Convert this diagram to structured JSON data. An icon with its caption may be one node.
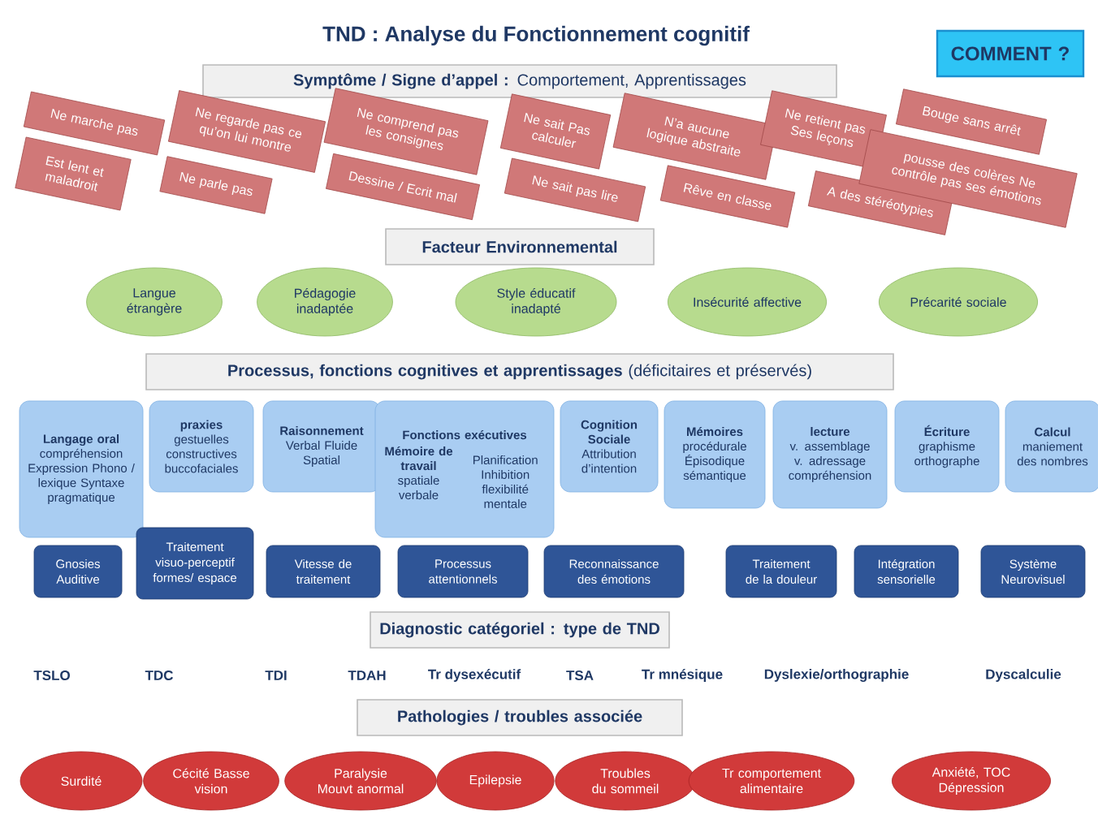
{
  "diagram": {
    "title": "TND : Analyse du Fonctionnement cognitif",
    "nodes": [
      {
        "text": [
          "COMMENT ?"
        ]
      },
      {
        "text": [
          "**Symptôme / Signe d’appel :** Comportement, Apprentissages"
        ]
      },
      {
        "text": [
          "Ne marche pas"
        ]
      },
      {
        "text": [
          "Est lent et maladroit"
        ]
      },
      {
        "text": [
          "Ne regarde pas ce qu’on lui montre"
        ]
      },
      {
        "text": [
          "Ne parle pas"
        ]
      },
      {
        "text": [
          "Ne comprend pas les consignes"
        ]
      },
      {
        "text": [
          "Dessine / Ecrit mal"
        ]
      },
      {
        "text": [
          "Ne sait Pas calculer"
        ]
      },
      {
        "text": [
          "Ne sait pas lire"
        ]
      },
      {
        "text": [
          "N’a aucune logique abstraite"
        ]
      },
      {
        "text": [
          "Rêve en classe"
        ]
      },
      {
        "text": [
          "Ne retient pas Ses leçons"
        ]
      },
      {
        "text": [
          "A des stéréotypies"
        ]
      },
      {
        "text": [
          "Bouge sans arrêt"
        ]
      },
      {
        "text": [
          "pousse des colères Ne contrôle pas ses émotions"
        ]
      },
      {
        "text": [
          "Facteur Environnemental"
        ]
      },
      {
        "text": [
          "Langue étrangère"
        ]
      },
      {
        "text": [
          "Pédagogie inadaptée"
        ]
      },
      {
        "text": [
          "Style éducatif inadapté"
        ]
      },
      {
        "text": [
          "Insécurité affective"
        ]
      },
      {
        "text": [
          "Précarité sociale"
        ]
      },
      {
        "text": [
          "**Processus, fonctions cognitives et apprentissages** (déficitaires et préservés)"
        ]
      },
      {
        "text": [
          "Langage oral",
          "compréhension Expression Phono / lexique Syntaxe pragmatique"
        ]
      },
      {
        "text": [
          "praxies",
          "gestuelles constructives buccofaciales"
        ]
      },
      {
        "text": [
          "Raisonnement",
          "Verbal Fluide Spatial"
        ]
      },
      {
        "text": [
          "Fonctions exécutives",
          "Mémoire de travail",
          "spatiale verbale",
          "Planification Inhibition flexibilité mentale"
        ]
      },
      {
        "text": [
          "Cognition Sociale",
          "Attribution d’intention"
        ]
      },
      {
        "text": [
          "Mémoires",
          "procédurale Épisodique sémantique"
        ]
      },
      {
        "text": [
          "lecture",
          "v. assemblage v. adressage compréhension"
        ]
      },
      {
        "text": [
          "Écriture",
          "graphisme orthographe"
        ]
      },
      {
        "text": [
          "Calcul",
          "maniement des nombres"
        ]
      },
      {
        "text": [
          "Gnosies Auditive"
        ]
      },
      {
        "text": [
          "Traitement visuo-perceptif formes/ espace"
        ]
      },
      {
        "text": [
          "Vitesse de traitement"
        ]
      },
      {
        "text": [
          "Processus attentionnels"
        ]
      },
      {
        "text": [
          "Reconnaissance des émotions"
        ]
      },
      {
        "text": [
          "Traitement de la douleur"
        ]
      },
      {
        "text": [
          "Intégration sensorielle"
        ]
      },
      {
        "text": [
          "Système Neurovisuel"
        ]
      },
      {
        "text": [
          "Diagnostic catégoriel : type de TND"
        ]
      },
      {
        "text": [
          "Pathologies / troubles associée"
        ]
      },
      {
        "text": [
          "Surdité"
        ]
      },
      {
        "text": [
          "Cécité Basse vision"
        ]
      },
      {
        "text": [
          "Paralysie Mouvt anormal"
        ]
      },
      {
        "text": [
          "Epilepsie"
        ]
      },
      {
        "text": [
          "Troubles du sommeil"
        ]
      },
      {
        "text": [
          "Tr comportement alimentaire"
        ]
      },
      {
        "text": [
          "Anxiété, TOC Dépression"
        ]
      }
    ],
    "labels": [
      "TSLO",
      "TDC",
      "TDI",
      "TDAH",
      "Tr dysexécutif",
      "TSA",
      "Tr mnésique",
      "Dyslexie/orthographie",
      "Dyscalculie"
    ]
  }
}
